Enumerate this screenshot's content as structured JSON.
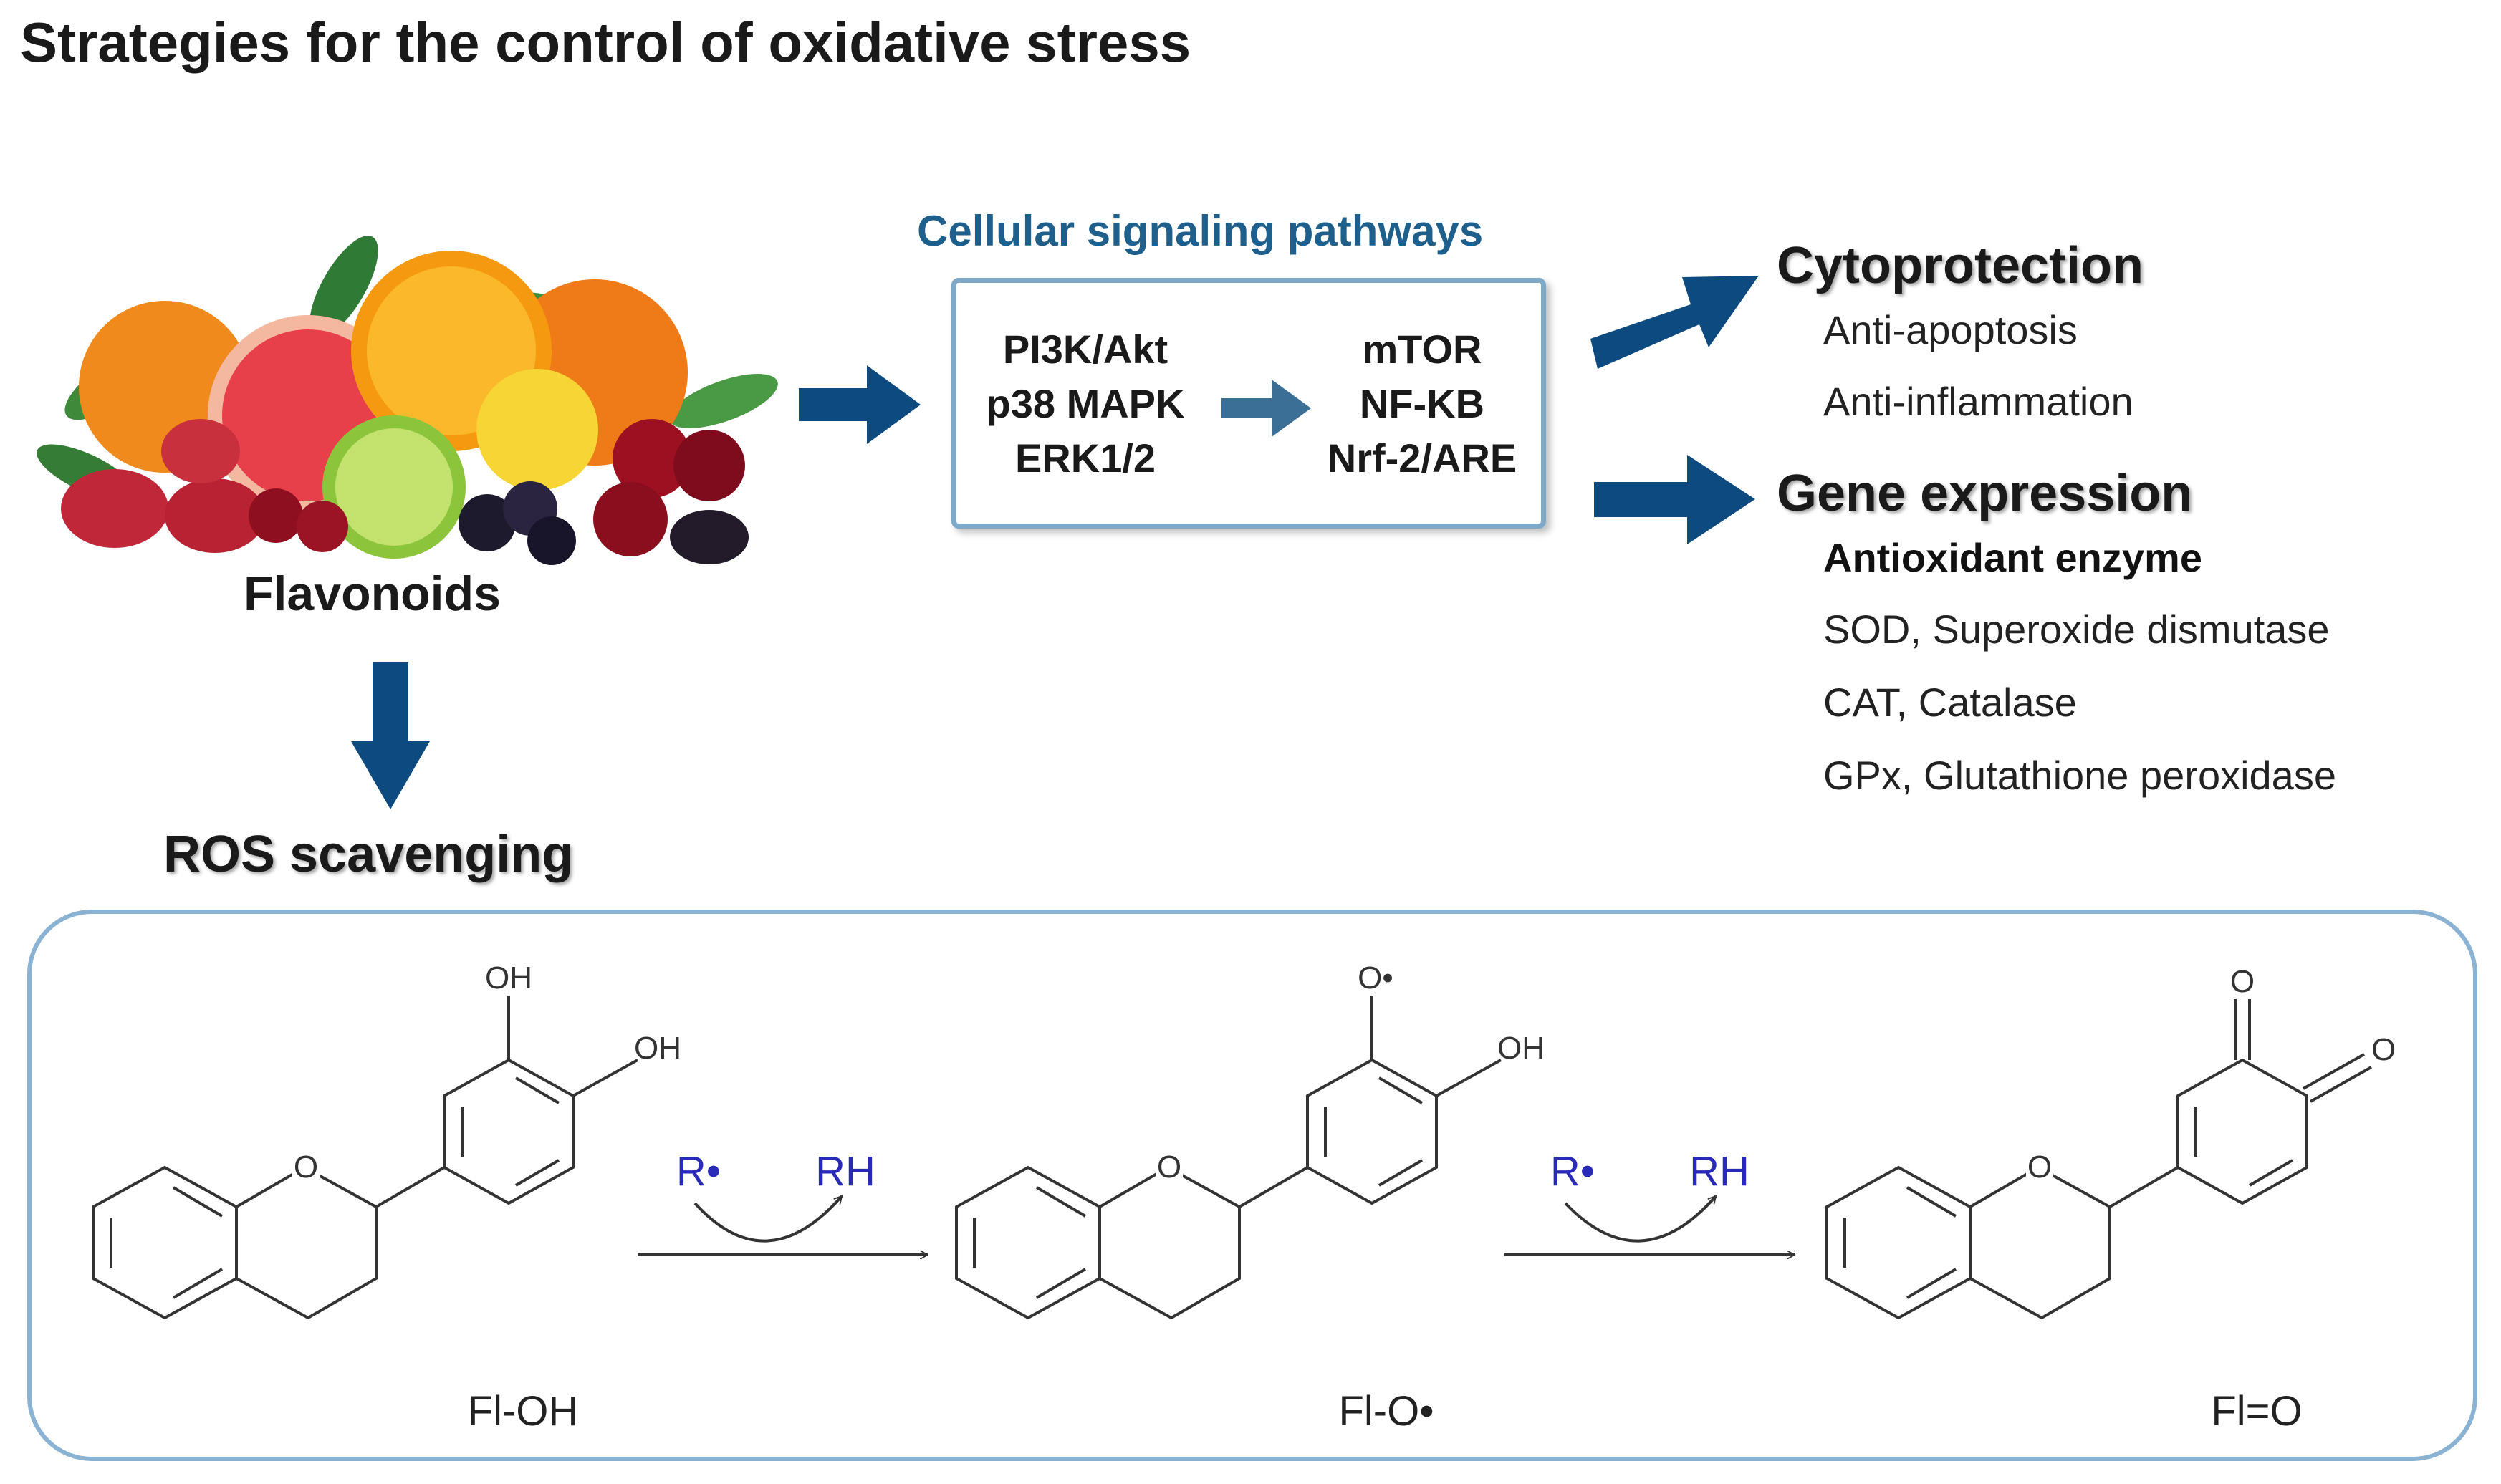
{
  "title": "Strategies for the control of oxidative stress",
  "flavonoids": {
    "label": "Flavonoids"
  },
  "signaling": {
    "title": "Cellular signaling pathways",
    "left": [
      "PI3K/Akt",
      "p38 MAPK",
      "ERK1/2"
    ],
    "right": [
      "mTOR",
      "NF-KB",
      "Nrf-2/ARE"
    ]
  },
  "cytoprotection": {
    "heading": "Cytoprotection",
    "items": [
      "Anti-apoptosis",
      "Anti-inflammation"
    ]
  },
  "gene_expression": {
    "heading": "Gene expression",
    "subheading": "Antioxidant enzyme",
    "items": [
      "SOD, Superoxide dismutase",
      "CAT, Catalase",
      "GPx, Glutathione peroxidase"
    ]
  },
  "ros": {
    "heading": "ROS scavenging",
    "molecules": [
      {
        "label": "Fl-OH",
        "sub_top": "OH",
        "sub_side": "OH",
        "ring_o": "O"
      },
      {
        "label": "Fl-O•",
        "sub_top": "O•",
        "sub_side": "OH",
        "ring_o": "O"
      },
      {
        "label": "Fl=O",
        "sub_top": "O",
        "sub_side": "O",
        "ring_o": "O"
      }
    ],
    "reactions": [
      {
        "reactant": "R•",
        "product": "RH"
      },
      {
        "reactant": "R•",
        "product": "RH"
      }
    ]
  },
  "colors": {
    "arrow_blue": "#0d4a80",
    "small_arrow": "#3b6f96",
    "signal_title": "#1e5f8c",
    "box_border": "#7fa9c9",
    "radical_text": "#2a2ab8"
  }
}
